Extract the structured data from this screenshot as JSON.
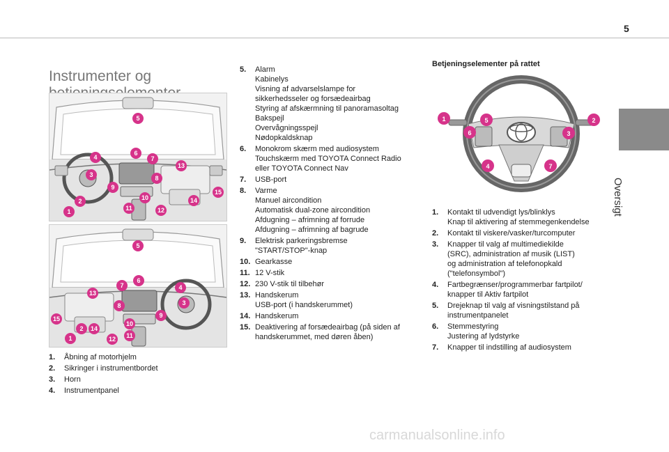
{
  "page": {
    "number": "5",
    "section_tab": "Oversigt",
    "footer": "carmanualsonline.info"
  },
  "title": {
    "line1": "Instrumenter og",
    "line2": "betjeningselementer"
  },
  "figure_badges": [
    "1",
    "2",
    "3",
    "4",
    "5",
    "6",
    "7",
    "8",
    "9",
    "10",
    "11",
    "12",
    "13",
    "14",
    "15"
  ],
  "list_left": [
    {
      "n": "1.",
      "lines": [
        "Åbning af motorhjelm"
      ]
    },
    {
      "n": "2.",
      "lines": [
        "Sikringer i instrumentbordet"
      ]
    },
    {
      "n": "3.",
      "lines": [
        "Horn"
      ]
    },
    {
      "n": "4.",
      "lines": [
        "Instrumentpanel"
      ]
    }
  ],
  "list_middle": [
    {
      "n": "5.",
      "lines": [
        "Alarm",
        "Kabinelys",
        "Visning af advarselslampe for",
        "sikkerhedsseler og forsædeairbag",
        "Styring af afskærmning til panoramasoltag",
        "Bakspejl",
        "Overvågningsspejl",
        "Nødopkaldsknap"
      ]
    },
    {
      "n": "6.",
      "lines": [
        "Monokrom skærm med audiosystem",
        "Touchskærm med TOYOTA Connect Radio",
        "eller TOYOTA Connect Nav"
      ]
    },
    {
      "n": "7.",
      "lines": [
        "USB-port"
      ]
    },
    {
      "n": "8.",
      "lines": [
        "Varme",
        "Manuel aircondition",
        "Automatisk dual-zone aircondition",
        "Afdugning – afrimning af forrude",
        "Afdugning – afrimning af bagrude"
      ]
    },
    {
      "n": "9.",
      "lines": [
        "Elektrisk parkeringsbremse",
        "\"START/STOP\"-knap"
      ]
    },
    {
      "n": "10.",
      "lines": [
        "Gearkasse"
      ]
    },
    {
      "n": "11.",
      "lines": [
        "12 V-stik"
      ]
    },
    {
      "n": "12.",
      "lines": [
        "230 V-stik til tilbehør"
      ]
    },
    {
      "n": "13.",
      "lines": [
        "Handskerum",
        "USB-port (i handskerummet)"
      ]
    },
    {
      "n": "14.",
      "lines": [
        "Handskerum"
      ]
    },
    {
      "n": "15.",
      "lines": [
        "Deaktivering af forsædeairbag (på siden af",
        "handskerummet, med døren åben)"
      ]
    }
  ],
  "wheel_section": {
    "heading": "Betjeningselementer på rattet",
    "badges": [
      "1",
      "2",
      "3",
      "4",
      "5",
      "6",
      "7"
    ],
    "items": [
      {
        "n": "1.",
        "lines": [
          "Kontakt til udvendigt lys/blinklys",
          "Knap til aktivering af stemmegenkendelse"
        ]
      },
      {
        "n": "2.",
        "lines": [
          "Kontakt til viskere/vasker/turcomputer"
        ]
      },
      {
        "n": "3.",
        "lines": [
          "Knapper til valg af multimediekilde",
          "(SRC), administration af musik (LIST)",
          "og administration af telefonopkald",
          "(\"telefonsymbol\")"
        ]
      },
      {
        "n": "4.",
        "lines": [
          "Fartbegrænser/programmerbar fartpilot/",
          "knapper til Aktiv fartpilot"
        ]
      },
      {
        "n": "5.",
        "lines": [
          "Drejeknap til valg af visningstilstand på",
          "instrumentpanelet"
        ]
      },
      {
        "n": "6.",
        "lines": [
          "Stemmestyring",
          "Justering af lydstyrke"
        ]
      },
      {
        "n": "7.",
        "lines": [
          "Knapper til indstilling af audiosystem"
        ]
      }
    ]
  },
  "colors": {
    "badge": "#d6338a",
    "tab": "#8a8a8a",
    "title": "#777777"
  }
}
